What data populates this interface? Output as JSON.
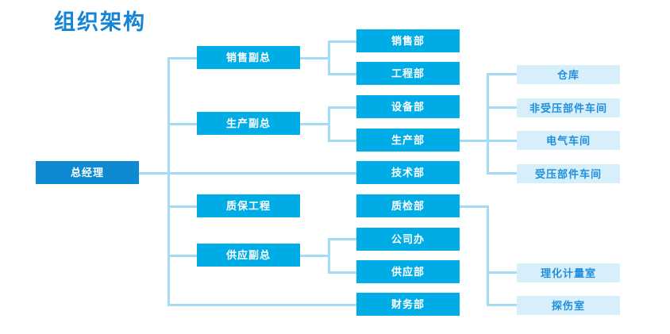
{
  "page": {
    "title": "组织架构",
    "title_color": "#1384d6",
    "background": "#ffffff"
  },
  "colors": {
    "root_box": "#0d8ad2",
    "root_text": "#ffffff",
    "mid_box": "#00ace6",
    "mid_text": "#ffffff",
    "leaf_box": "#d7eefb",
    "leaf_text": "#1f8fdd",
    "connector": "#a5dcf5"
  },
  "chart_data": {
    "type": "diagram",
    "diagram_type": "org-chart",
    "title": "组织架构",
    "orientation": "left-to-right",
    "levels": 4,
    "nodes": [
      {
        "id": "n1",
        "label": "总经理",
        "level": 1,
        "style": "root",
        "parent": null
      },
      {
        "id": "n2",
        "label": "销售副总",
        "level": 2,
        "style": "mid",
        "parent": "n1"
      },
      {
        "id": "n3",
        "label": "生产副总",
        "level": 2,
        "style": "mid",
        "parent": "n1"
      },
      {
        "id": "n4",
        "label": "质保工程",
        "level": 2,
        "style": "mid",
        "parent": "n1"
      },
      {
        "id": "n5",
        "label": "供应副总",
        "level": 2,
        "style": "mid",
        "parent": "n1"
      },
      {
        "id": "n6",
        "label": "销售部",
        "level": 3,
        "style": "mid",
        "parent": "n2"
      },
      {
        "id": "n7",
        "label": "工程部",
        "level": 3,
        "style": "mid",
        "parent": "n2"
      },
      {
        "id": "n8",
        "label": "设备部",
        "level": 3,
        "style": "mid",
        "parent": "n3"
      },
      {
        "id": "n9",
        "label": "生产部",
        "level": 3,
        "style": "mid",
        "parent": "n3"
      },
      {
        "id": "n10",
        "label": "技术部",
        "level": 3,
        "style": "mid",
        "parent": "n1"
      },
      {
        "id": "n11",
        "label": "质检部",
        "level": 3,
        "style": "mid",
        "parent": "n4"
      },
      {
        "id": "n12",
        "label": "公司办",
        "level": 3,
        "style": "mid",
        "parent": "n5"
      },
      {
        "id": "n13",
        "label": "供应部",
        "level": 3,
        "style": "mid",
        "parent": "n5"
      },
      {
        "id": "n14",
        "label": "财务部",
        "level": 3,
        "style": "mid",
        "parent": "n1"
      },
      {
        "id": "n15",
        "label": "仓库",
        "level": 4,
        "style": "leaf",
        "parent": "n9"
      },
      {
        "id": "n16",
        "label": "非受压部件车间",
        "level": 4,
        "style": "leaf",
        "parent": "n9"
      },
      {
        "id": "n17",
        "label": "电气车间",
        "level": 4,
        "style": "leaf",
        "parent": "n9"
      },
      {
        "id": "n18",
        "label": "受压部件车间",
        "level": 4,
        "style": "leaf",
        "parent": "n9"
      },
      {
        "id": "n19",
        "label": "理化计量室",
        "level": 4,
        "style": "leaf",
        "parent": "n11"
      },
      {
        "id": "n20",
        "label": "探伤室",
        "level": 4,
        "style": "leaf",
        "parent": "n11"
      }
    ]
  },
  "nodes": {
    "general_manager": "总经理",
    "sales_vp": "销售副总",
    "production_vp": "生产副总",
    "qa_engineering": "质保工程",
    "supply_vp": "供应副总",
    "sales_dept": "销售部",
    "engineering_dept": "工程部",
    "equipment_dept": "设备部",
    "production_dept": "生产部",
    "technology_dept": "技术部",
    "inspection_dept": "质检部",
    "company_office": "公司办",
    "supply_dept": "供应部",
    "finance_dept": "财务部",
    "warehouse": "仓库",
    "non_pressure_workshop": "非受压部件车间",
    "electrical_workshop": "电气车间",
    "pressure_workshop": "受压部件车间",
    "physchem_lab": "理化计量室",
    "flaw_detection_room": "探伤室"
  }
}
